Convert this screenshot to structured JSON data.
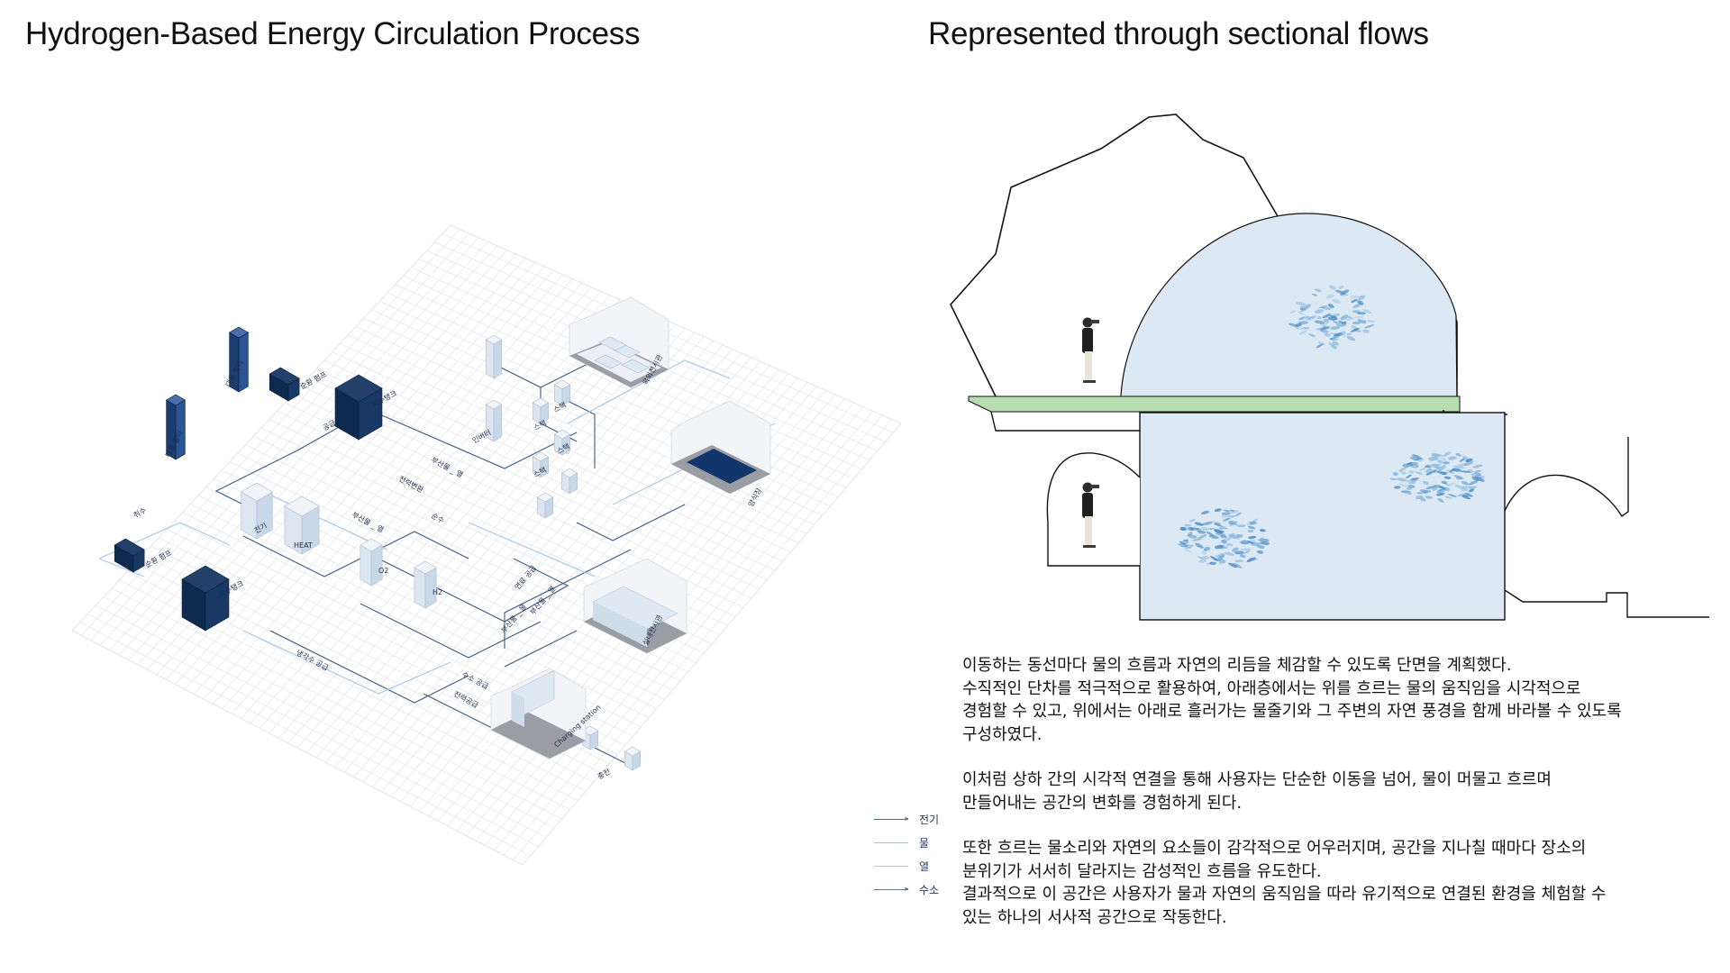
{
  "titles": {
    "left": "Hydrogen-Based Energy Circulation Process",
    "right": "Represented through sectional flows"
  },
  "diagram_labels": {
    "large_filter_1": "대용 필터",
    "large_filter_2": "대용 필터",
    "pump_top": "순환 펌프",
    "pump_bottom": "순환 펌프",
    "storage_top": "저수탱크",
    "storage_bottom": "저수탱크",
    "inverter": "인버터",
    "stack_1": "스택",
    "stack_2": "스택",
    "stack_3": "스택",
    "stack_4": "스택",
    "electric": "전기",
    "heat": "HEAT",
    "o2": "O2",
    "h2": "H2",
    "intake": "취수",
    "supply": "공급",
    "byproduct_heat_1": "부산물 _ 열",
    "byproduct_heat_2": "부산물 _ 열",
    "byproduct_heat_3": "부산물 _ 열",
    "byproduct_water": "부산물 _ 물",
    "power_conversion": "전력변환",
    "pure_water": "순수",
    "fuel_supply": "연료 공급",
    "cooling_supply": "냉각수 공급",
    "hydrogen_supply": "수소 공급",
    "power_supply": "전력공급",
    "outdoor_exhibit": "옥외전시관",
    "aquaculture": "양식장",
    "indoor_exhibit": "실내전시관",
    "charging_station": "Charging station",
    "charger": "충전"
  },
  "legend": [
    {
      "label": "전기",
      "color": "#3a6ea5",
      "arrow": "➤"
    },
    {
      "label": "물",
      "color": "#9dc1e0",
      "arrow": ""
    },
    {
      "label": "열",
      "color": "#bfc9d4",
      "arrow": ""
    },
    {
      "label": "수소",
      "color": "#3a86c8",
      "arrow": "➤"
    }
  ],
  "description": {
    "p1_l1": "이동하는 동선마다 물의 흐름과 자연의 리듬을 체감할 수 있도록 단면을 계획했다.",
    "p1_l2": "수직적인 단차를 적극적으로 활용하여, 아래층에서는 위를 흐르는 물의 움직임을 시각적으로",
    "p1_l3": "경험할 수 있고, 위에서는 아래로 흘러가는 물줄기와 그 주변의 자연 풍경을 함께 바라볼 수 있도록",
    "p1_l4": "구성하였다.",
    "p2_l1": "이처럼 상하 간의 시각적 연결을 통해 사용자는 단순한 이동을 넘어, 물이 머물고 흐르며",
    "p2_l2": "만들어내는 공간의 변화를 경험하게 된다.",
    "p3_l1": "또한 흐르는 물소리와 자연의 요소들이 감각적으로 어우러지며, 공간을 지나칠 때마다 장소의",
    "p3_l2": "분위기가 서서히 달라지는 감성적인 흐름을 유도한다.",
    "p3_l3": "결과적으로 이 공간은 사용자가 물과 자연의 움직임을 따라 유기적으로 연결된 환경을 체험할 수",
    "p3_l4": "있는 하나의 서사적 공간으로 작동한다."
  },
  "colors": {
    "navy": "#0f2a4f",
    "pale_box": "#dfe9f3",
    "water": "#dce9f4",
    "grass": "#b7ddb0",
    "fish": "#5f9ccc"
  }
}
